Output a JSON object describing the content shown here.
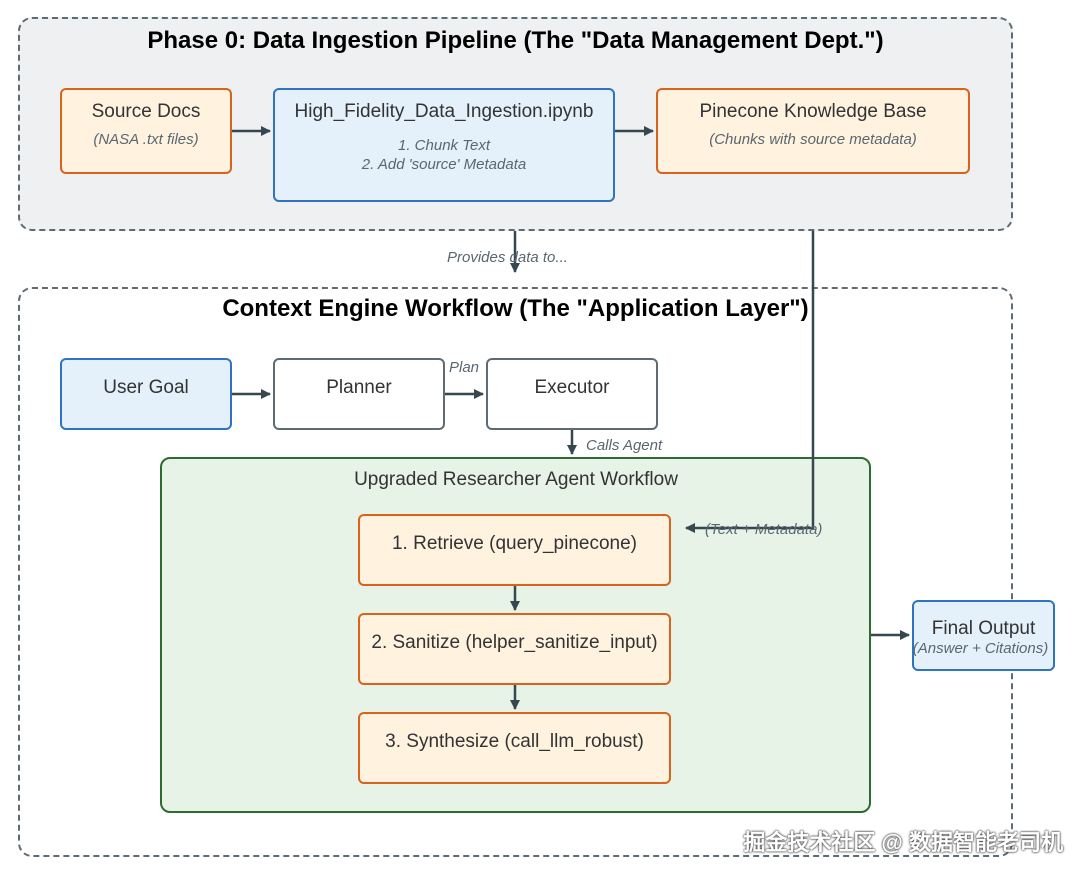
{
  "phase0": {
    "title": "Phase 0: Data Ingestion Pipeline (The \"Data Management Dept.\")",
    "source_docs": {
      "title": "Source Docs",
      "sub": "(NASA .txt files)"
    },
    "ingestion": {
      "title": "High_Fidelity_Data_Ingestion.ipynb",
      "step1": "1. Chunk Text",
      "step2": "2. Add 'source' Metadata"
    },
    "pinecone": {
      "title": "Pinecone Knowledge Base",
      "sub": "(Chunks with source metadata)"
    }
  },
  "link_provides": "Provides data to...",
  "context": {
    "title": "Context Engine Workflow (The \"Application Layer\")",
    "user_goal": "User Goal",
    "planner": "Planner",
    "plan_label": "Plan",
    "executor": "Executor",
    "calls_agent": "Calls Agent",
    "researcher": {
      "title": "Upgraded Researcher Agent Workflow",
      "step1": "1. Retrieve (query_pinecone)",
      "step2": "2. Sanitize (helper_sanitize_input)",
      "step3": "3. Synthesize (call_llm_robust)",
      "text_metadata": "(Text + Metadata)"
    }
  },
  "final_output": {
    "title": "Final Output",
    "sub": "(Answer + Citations)"
  },
  "watermark": "掘金技术社区 @ 数据智能老司机",
  "colors": {
    "orange_border": "#d9621c",
    "orange_fill": "#fff3e0",
    "blue_border": "#2f74c0",
    "blue_fill": "#e4f1fb",
    "green_border": "#2e6b2e",
    "green_fill": "#e6f3e6",
    "arrow": "#37474f"
  }
}
